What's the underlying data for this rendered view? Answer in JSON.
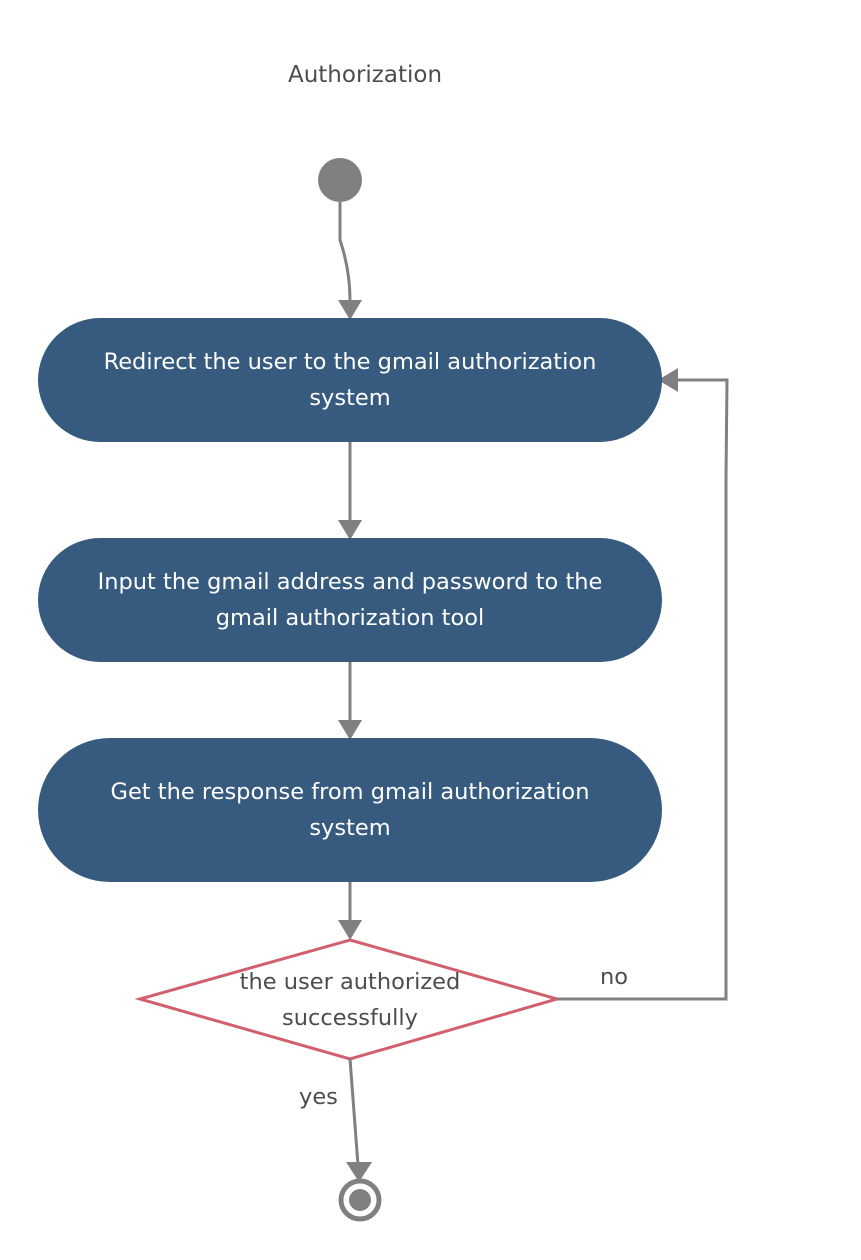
{
  "diagram": {
    "title": "Authorization",
    "actions": [
      {
        "id": "redirect",
        "text": "Redirect the user to the gmail authorization system"
      },
      {
        "id": "input",
        "text": "Input the gmail address and password to the gmail authorization tool"
      },
      {
        "id": "response",
        "text": "Get the response from gmail authorization system"
      }
    ],
    "decision": {
      "text": "the user authorized successfully"
    },
    "edges": {
      "no_label": "no",
      "yes_label": "yes"
    },
    "colors": {
      "action_fill": "#375a7f",
      "action_text": "#ffffff",
      "decision_stroke": "#d0606e",
      "connector": "#808080",
      "label_text": "#4d4d4d"
    }
  }
}
